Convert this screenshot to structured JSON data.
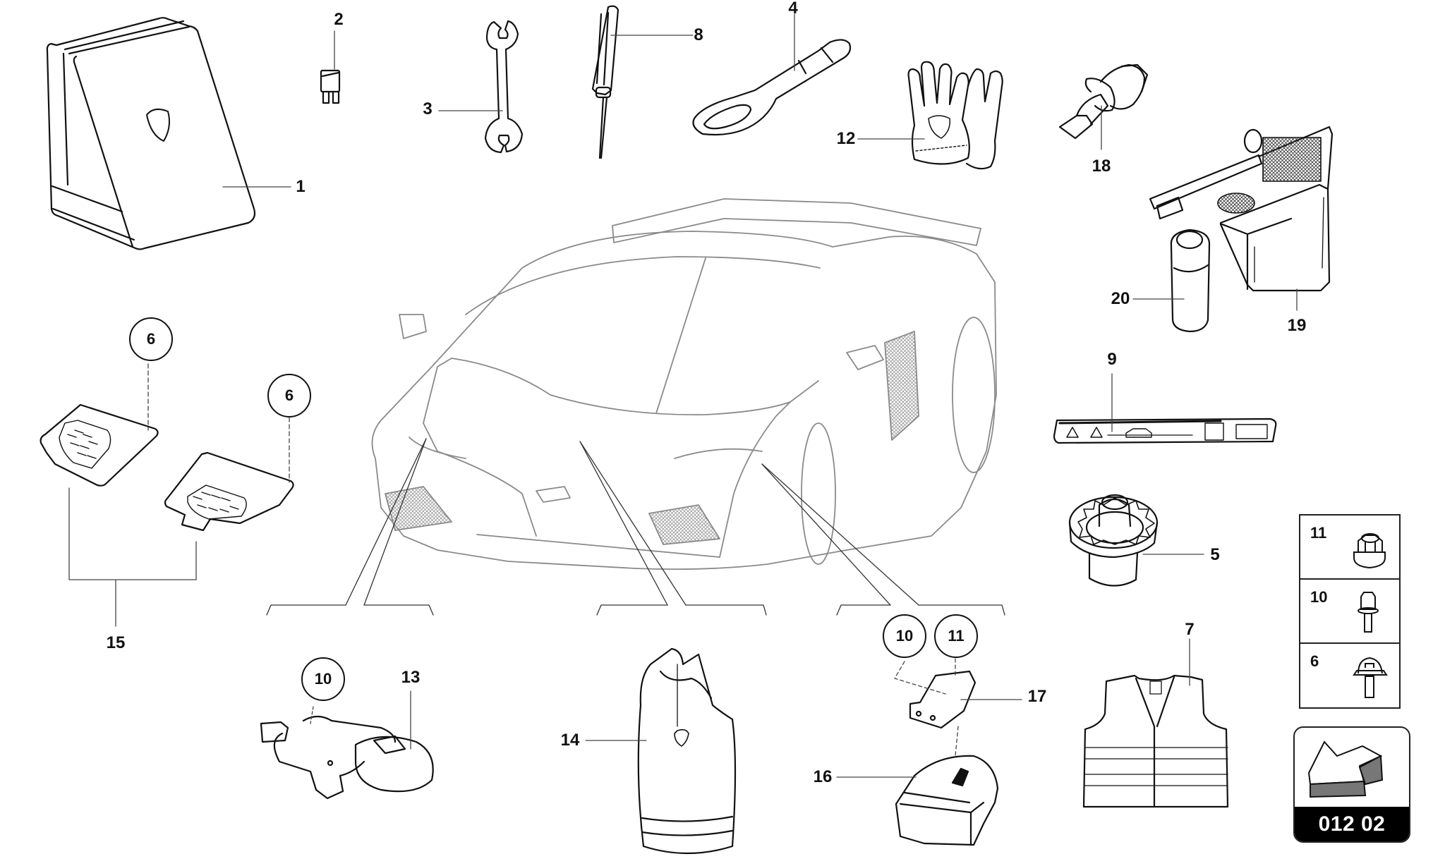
{
  "diagram": {
    "type": "exploded parts diagram",
    "subject": "vehicle tool kit and emergency accessories",
    "section_code": "012 02",
    "accent_colors": {
      "line": "#111111",
      "car_line": "#8a8a8a",
      "badge_bg": "#000000",
      "badge_text": "#ffffff",
      "arrow_shade": "#777777"
    }
  },
  "parts": [
    {
      "ref": "1",
      "label": "1",
      "item": "tool case / triangle case"
    },
    {
      "ref": "2",
      "label": "2",
      "item": "blade fuse"
    },
    {
      "ref": "3",
      "label": "3",
      "item": "open-end wrench"
    },
    {
      "ref": "4",
      "label": "4",
      "item": "towing eye / wheel bolt wrench"
    },
    {
      "ref": "5",
      "label": "5",
      "item": "wheel lock adapter"
    },
    {
      "ref": "7",
      "label": "7",
      "item": "safety vest"
    },
    {
      "ref": "8",
      "label": "8",
      "item": "screwdriver"
    },
    {
      "ref": "9",
      "label": "9",
      "item": "warning triangle"
    },
    {
      "ref": "12",
      "label": "12",
      "item": "gloves"
    },
    {
      "ref": "13",
      "label": "13",
      "item": "horn assembly"
    },
    {
      "ref": "14",
      "label": "14",
      "item": "storage bag"
    },
    {
      "ref": "15",
      "label": "15",
      "item": "mesh cover plates (pair)"
    },
    {
      "ref": "16",
      "label": "16",
      "item": "control unit"
    },
    {
      "ref": "17",
      "label": "17",
      "item": "mounting bracket"
    },
    {
      "ref": "18",
      "label": "18",
      "item": "tyre inflation valve adapter"
    },
    {
      "ref": "19",
      "label": "19",
      "item": "tyre repair compressor"
    },
    {
      "ref": "20",
      "label": "20",
      "item": "sealant bottle"
    }
  ],
  "callouts": [
    {
      "label": "6",
      "near": "cover plate left"
    },
    {
      "label": "6",
      "near": "cover plate right"
    },
    {
      "label": "10",
      "near": "horn assembly"
    },
    {
      "label": "10",
      "near": "bracket 17"
    },
    {
      "label": "11",
      "near": "bracket 17"
    }
  ],
  "fastener_legend": [
    {
      "label": "11",
      "icon": "flange-nut-icon"
    },
    {
      "label": "10",
      "icon": "hex-bolt-icon"
    },
    {
      "label": "6",
      "icon": "clip-screw-icon"
    }
  ],
  "badge": {
    "code": "012 02",
    "icon": "direction-arrow-icon"
  }
}
